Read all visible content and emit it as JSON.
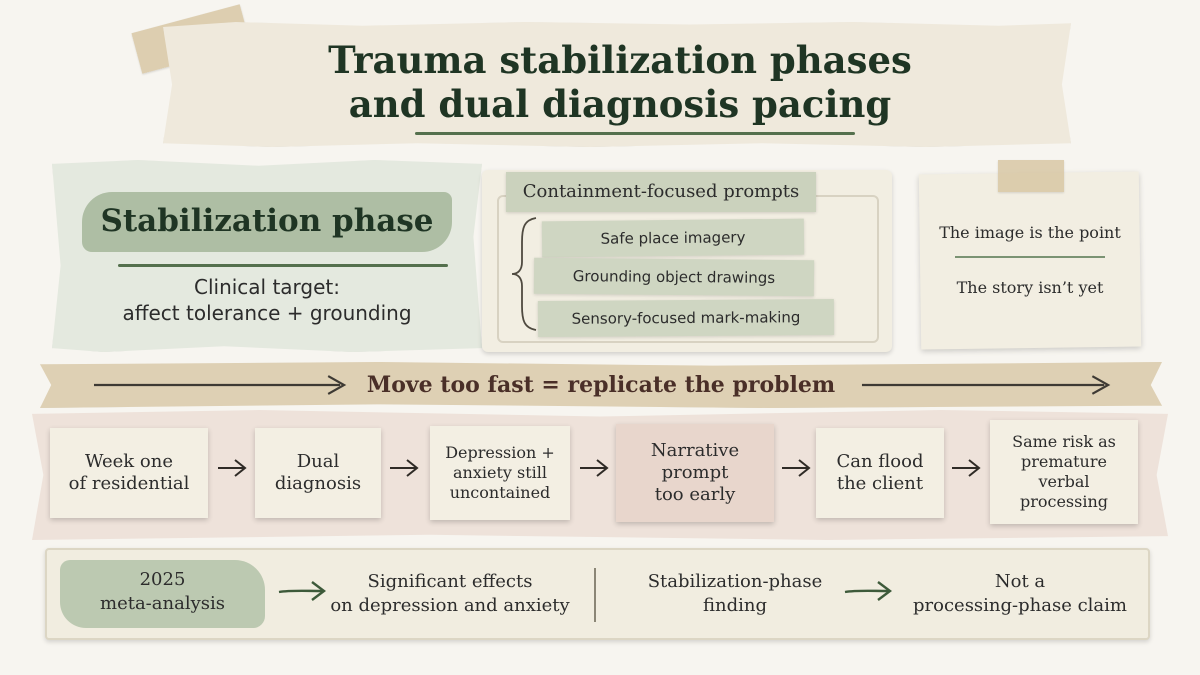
{
  "title": {
    "line1": "Trauma stabilization phases",
    "line2": "and dual diagnosis pacing"
  },
  "stabilization": {
    "heading": "Stabilization phase",
    "target_line1": "Clinical target:",
    "target_line2": "affect tolerance + grounding"
  },
  "containment": {
    "label": "Containment-focused prompts",
    "prompts": [
      "Safe place imagery",
      "Grounding object drawings",
      "Sensory-focused mark-making"
    ]
  },
  "note": {
    "line1": "The image is the point",
    "line2": "The story isn’t yet"
  },
  "banner": {
    "text": "Move too fast = replicate the problem"
  },
  "flow": {
    "steps": [
      {
        "line1": "Week one",
        "line2": "of residential"
      },
      {
        "line1": "Dual",
        "line2": "diagnosis"
      },
      {
        "line1": "Depression +",
        "line2": "anxiety still",
        "line3": "uncontained"
      },
      {
        "line1": "Narrative",
        "line2": "prompt",
        "line3": "too early"
      },
      {
        "line1": "Can flood",
        "line2": "the client"
      },
      {
        "line1": "Same risk as",
        "line2": "premature",
        "line3": "verbal",
        "line4": "processing"
      }
    ],
    "arrow_glyph": "→"
  },
  "bottom": {
    "meta_line1": "2025",
    "meta_line2": "meta-analysis",
    "effects_line1": "Significant effects",
    "effects_line2": "on depression and anxiety",
    "finding_line1": "Stabilization-phase",
    "finding_line2": "finding",
    "claim_line1": "Not a",
    "claim_line2": "processing-phase claim"
  },
  "colors": {
    "dark_green": "#1f3524",
    "sage": "#a5b69a",
    "highlight_rose": "#e8d6cc",
    "banner_tan": "#ded0b4",
    "banner_text": "#4a2f28"
  }
}
